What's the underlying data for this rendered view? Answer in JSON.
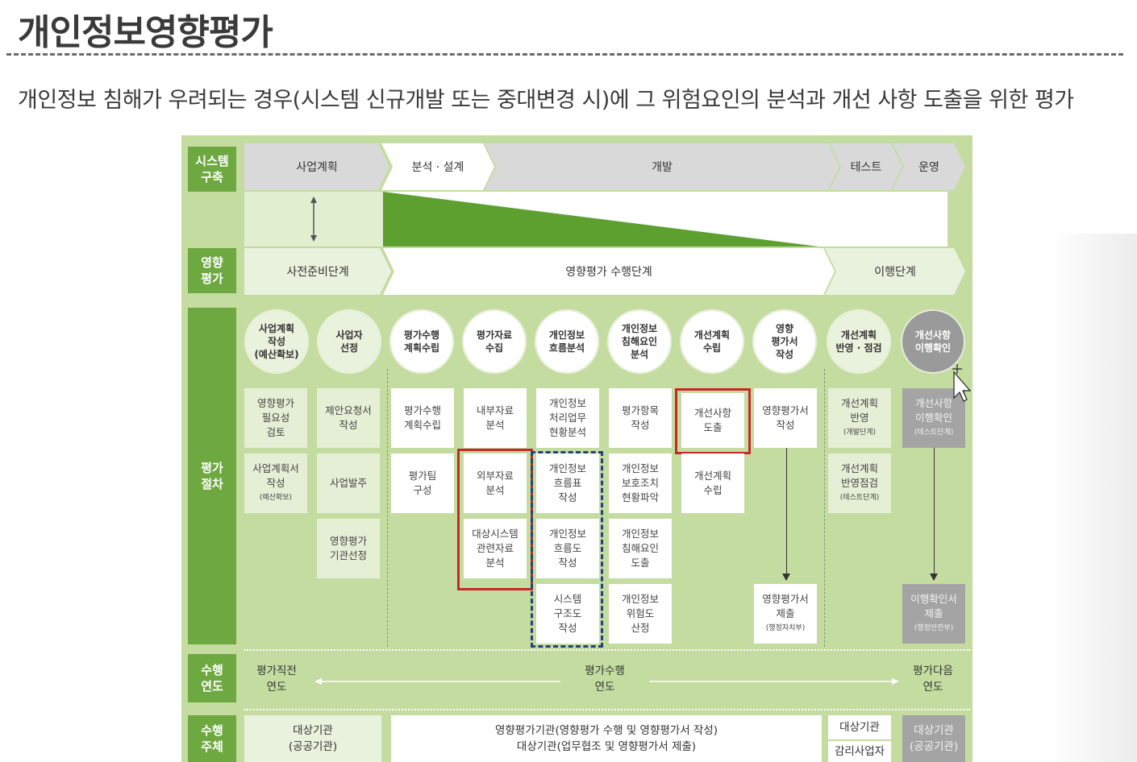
{
  "header": {
    "title": "개인정보영향평가",
    "subtitle": "개인정보 침해가 우려되는 경우(시스템 신규개발 또는 중대변경 시)에 그 위험요인의 분석과 개선 사항 도출을 위한 평가"
  },
  "diagram": {
    "row_labels": {
      "system": "시스템\n구축",
      "impact": "영향\n평가",
      "procedure": "평가\n절차",
      "year": "수행\n연도",
      "actor": "수행\n주체"
    },
    "system_phases": [
      "사업계획",
      "분석 · 설계",
      "개발",
      "테스트",
      "운영"
    ],
    "impact_phases": [
      "사전준비단계",
      "영향평가 수행단계",
      "이행단계"
    ],
    "steps": [
      "사업계획\n작성\n(예산확보)",
      "사업자\n선정",
      "평가수행\n계획수립",
      "평가자료\n수집",
      "개인정보\n흐름분석",
      "개인정보\n침해요인\n분석",
      "개선계획\n수립",
      "영향\n평가서\n작성",
      "개선계획\n반영 · 점검",
      "개선사항\n이행확인"
    ],
    "tasks": {
      "col1": [
        "영향평가\n필요성\n검토",
        "사업계획서\n작성"
      ],
      "col1_note": "(예산확보)",
      "col2": [
        "제안요청서\n작성",
        "사업발주",
        "영향평가\n기관선정"
      ],
      "col3": [
        "평가수행\n계획수립",
        "평가팀\n구성"
      ],
      "col4": [
        "내부자료\n분석",
        "외부자료\n분석",
        "대상시스템\n관련자료\n분석"
      ],
      "col5": [
        "개인정보\n처리업무\n현황분석",
        "개인정보\n흐름표\n작성",
        "개인정보\n흐름도\n작성",
        "시스템\n구조도\n작성"
      ],
      "col6": [
        "평가항목\n작성",
        "개인정보\n보호조치\n현황파악",
        "개인정보\n침해요인\n도출",
        "개인정보\n위험도\n산정"
      ],
      "col7": [
        "개선사항\n도출",
        "개선계획\n수립"
      ],
      "col8": [
        "영향평가서\n작성",
        "영향평가서\n제출"
      ],
      "col8_note": "(행정자치부)",
      "col9": [
        "개선계획\n반영",
        "개선계획\n반영점검"
      ],
      "col9_notes": [
        "(개발단계)",
        "(테스트단계)"
      ],
      "col10": [
        "개선사항\n이행확인",
        "이행확인서\n제출"
      ],
      "col10_notes": [
        "(테스트단계)",
        "(행정안전부)"
      ]
    },
    "years": [
      "평가직전\n연도",
      "평가수행\n연도",
      "평가다음\n연도"
    ],
    "actors": [
      "대상기관\n(공공기관)",
      "영향평가기관(영향평가 수행 및 영향평가서 작성)\n대상기관(업무협조 및 영향평가서 제출)",
      "대상기관",
      "감리사업자",
      "대상기관\n(공공기관)"
    ]
  },
  "colors": {
    "label_green": "#6ea841",
    "diagram_bg": "#c4dca0",
    "phase_gray": "#d9d9d9",
    "highlight_red": "#c42a2a",
    "highlight_blue": "#23427a"
  }
}
